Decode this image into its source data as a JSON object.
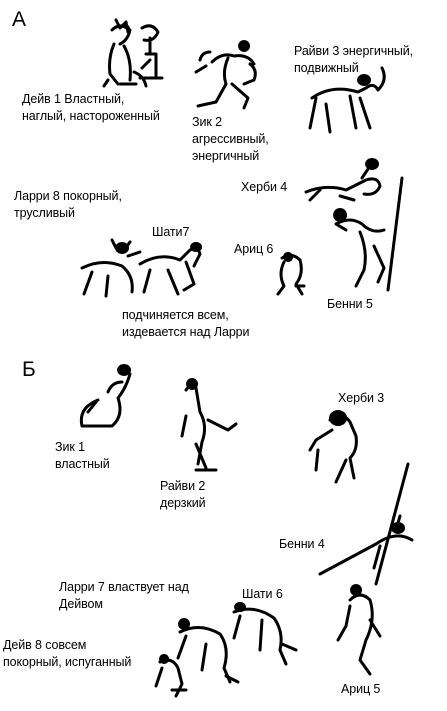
{
  "sections": {
    "a": "А",
    "b": "Б"
  },
  "group_a": {
    "deiv": "Дейв 1 Властный,\nнаглый, настороженный",
    "zik": "Зик 2\nагрессивный,\nэнергичный",
    "raivi": "Райви 3 энергичный,\nподвижный",
    "herbi": "Херби 4",
    "larri": "Ларри 8 покорный,\nтрусливый",
    "shati": "Шати7",
    "arits": "Ариц 6",
    "benni": "Бенни 5",
    "note": "подчиняется всем,\nиздевается над Ларри"
  },
  "group_b": {
    "zik": "Зик 1\nвластный",
    "raivi": "Райви 2\nдерзкий",
    "herbi": "Херби 3",
    "benni": "Бенни 4",
    "larri": "Ларри 7 властвует над\nДейвом",
    "shati": "Шати 6",
    "deiv": "Дейв 8 совсем\nпокорный, испуганный",
    "arits": "Ариц 5"
  }
}
